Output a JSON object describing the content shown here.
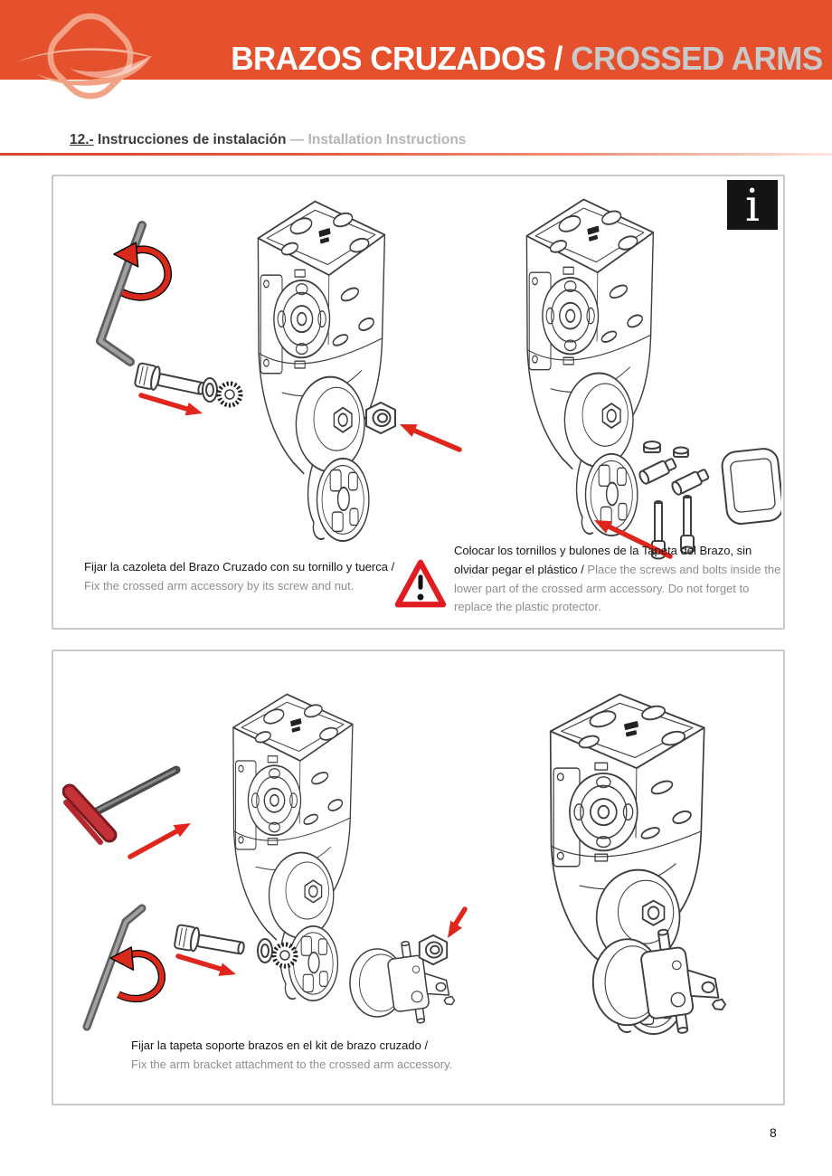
{
  "header": {
    "title_es": "BRAZOS CRUZADOS / ",
    "title_en": "CROSSED ARMS"
  },
  "section": {
    "number": "12.-",
    "title_es": " Instrucciones de instalación ",
    "dash": " — ",
    "title_en": "Installation Instructions"
  },
  "panel1": {
    "info_icon": {
      "glyph": "i"
    },
    "caption_left": {
      "es": "Fijar la cazoleta del Brazo Cruzado con su tornillo y tuerca / ",
      "en": "Fix the crossed arm accessory  by its screw and nut."
    },
    "caption_right": {
      "es": "Colocar los tornillos y bulones de la Tapeta del Brazo, sin olvidar pegar el plástico / ",
      "en": "Place the screws and bolts inside the lower part of the crossed arm accessory. Do not forget to replace the plastic protector."
    }
  },
  "panel2": {
    "caption": {
      "es": "Fijar la tapeta soporte brazos en el kit de brazo cruzado /",
      "en": "Fix the arm bracket attachment to the crossed arm accessory."
    }
  },
  "page_number": "8",
  "icons": [
    "brand-logo",
    "info-icon",
    "warning-icon",
    "rotation-arrow-icon",
    "direction-arrow-icon"
  ],
  "colors": {
    "header_orange": "#E5512C",
    "logo_salmon": "#F2A285",
    "arrow_red": "#E0261C",
    "caption_gray": "#8E8E8E",
    "line_art": "#3E3E3E",
    "panel_border": "#C9C9C9"
  }
}
